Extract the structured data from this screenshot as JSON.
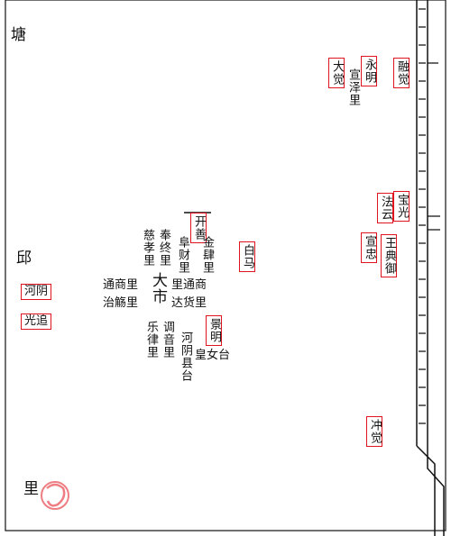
{
  "labels": {
    "tang": "塘",
    "qiu": "邱",
    "li_bottom": "里",
    "dajue": "大觉",
    "yongming": "永明",
    "xuanze_li": "宣泽里",
    "rongjue": "融觉",
    "baoguang": "宝光",
    "fayun": "法云",
    "kaishan": "开善",
    "baima": "白马",
    "xuanzhong": "宣忠",
    "wangdian_yu": "王典御",
    "cixiao_li": "慈孝里",
    "fengzhong_li": "奉终里",
    "fucai_li": "阜财里",
    "jinsi_li": "金肆里",
    "heyin": "河阴",
    "guangzhui": "光追",
    "tongshang_li": "通商里",
    "tongshang_li2": "里通商",
    "dashi": "大市",
    "dahuo_li": "达货里",
    "zhuangyu_li": "调音里",
    "yuelu_li": "乐律里",
    "zhizhi_li": "治觞里",
    "jingming": "景明",
    "huangnvtai": "皇女台",
    "heyin_tai": "河阴县台",
    "chongjue": "冲觉"
  },
  "colors": {
    "highlight_border": "#e0141e",
    "ink": "#111111"
  }
}
